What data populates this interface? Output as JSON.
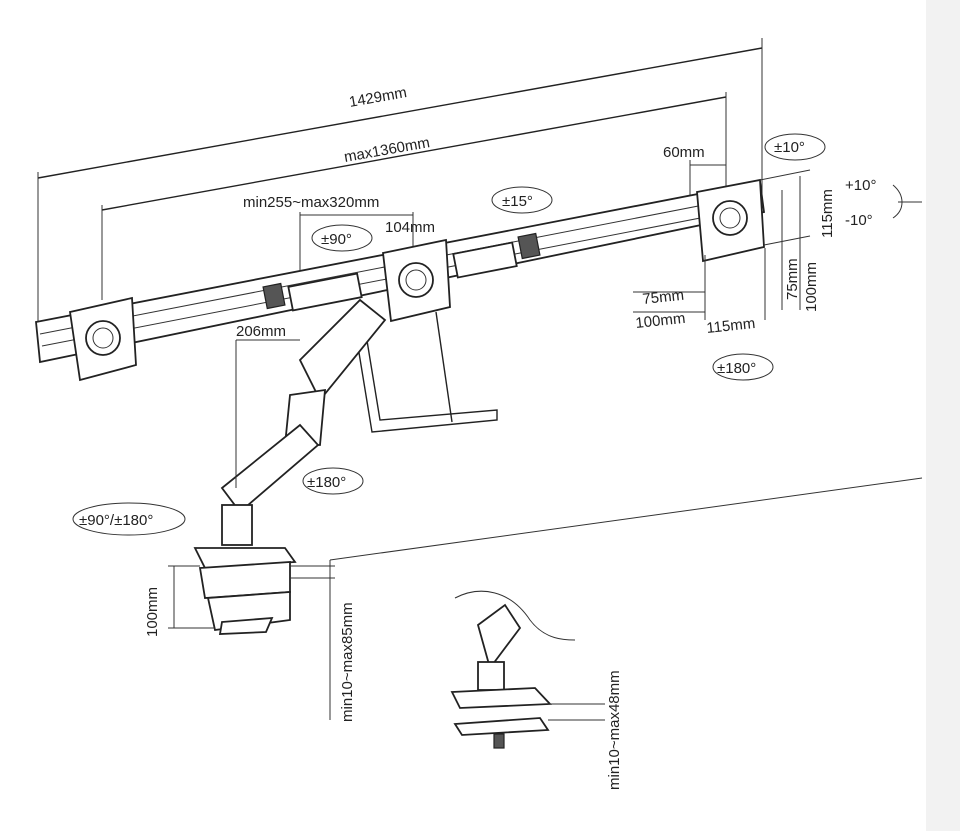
{
  "dimensions": {
    "overall_width": "1429mm",
    "max_span": "max1360mm",
    "arm_range": "min255~max320mm",
    "bracket_gap": "104mm",
    "end_offset": "60mm",
    "center_height": "206mm",
    "vesa_h_75": "75mm",
    "vesa_h_100": "100mm",
    "plate_width": "115mm",
    "vesa_v_75": "75mm",
    "vesa_v_100": "100mm",
    "plate_height": "115mm",
    "clamp_height": "100mm",
    "clamp_range": "min10~max85mm",
    "grommet_range": "min10~max48mm"
  },
  "rotations": {
    "swivel_right": "±10°",
    "tilt_up": "+10°",
    "tilt_down": "-10°",
    "rotate_bar": "±15°",
    "rotate_center": "±90°",
    "rotate_plate": "±180°",
    "rotate_arm": "±180°",
    "rotate_base": "±90°/±180°"
  }
}
